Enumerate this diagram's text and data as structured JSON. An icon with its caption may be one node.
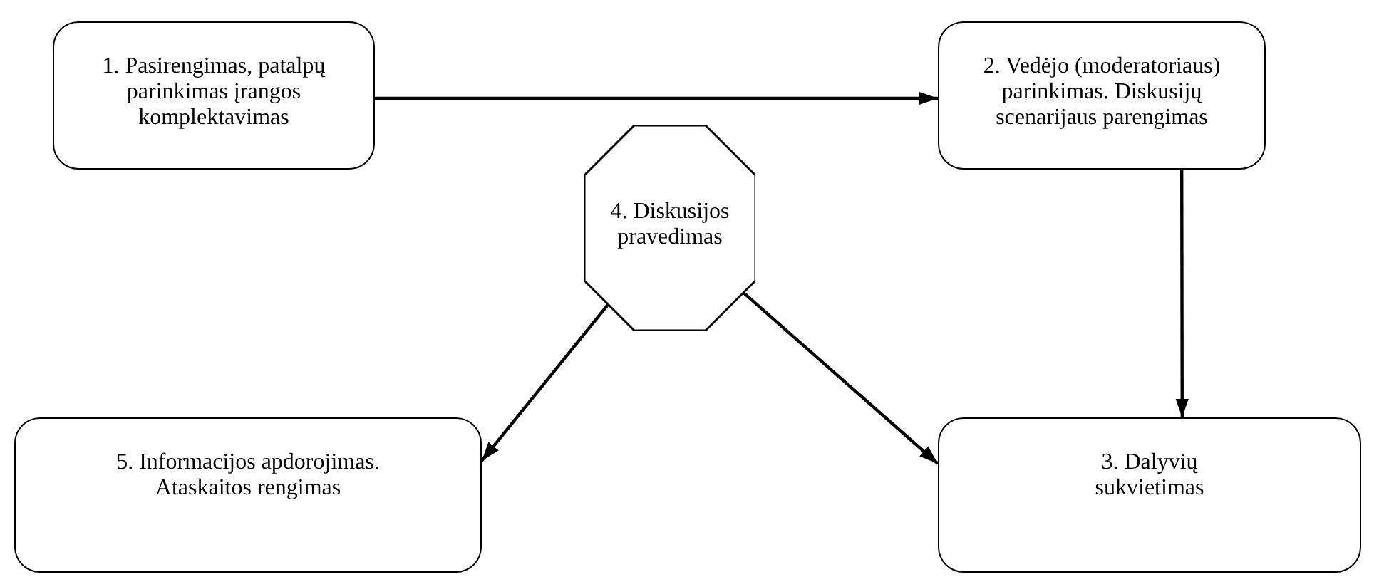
{
  "diagram": {
    "nodes": [
      {
        "text": [
          "1. Pasirengimas, patalpų parinkimas įrangos komplektavimas"
        ]
      },
      {
        "text": [
          "2. Vedėjo (moderatoriaus) parinkimas.  Diskusijų scenarijaus parengimas"
        ]
      },
      {
        "text": [
          "3. Dalyvių sukvietimas"
        ]
      },
      {
        "text": [
          "4. Diskusijos pravedimas"
        ]
      },
      {
        "text": [
          "5. Informacijos apdorojimas. Ataskaitos rengimas"
        ]
      }
    ],
    "edges": [
      {
        "from": 0,
        "to": 1,
        "arrow": "to"
      },
      {
        "from": 1,
        "to": 2,
        "arrow": "to"
      },
      {
        "from": 3,
        "to": 4,
        "arrow": "to"
      },
      {
        "from": 3,
        "to": 2,
        "arrow": "to"
      }
    ]
  }
}
